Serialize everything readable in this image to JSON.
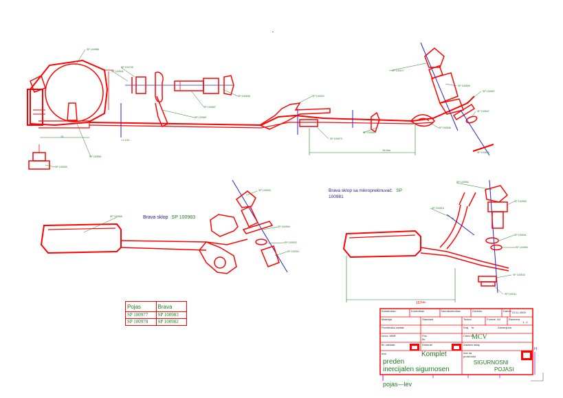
{
  "labels": {
    "top_dot": "▪",
    "sp_100988": "SP 100988",
    "sp_100735": "SP 100735",
    "sp_100541": "SP 100541",
    "sp_100567": "SP 100567",
    "sp_100548": "SP 100548",
    "sp_100987": "SP 100987",
    "sp_100322": "SP 100322",
    "sp_100973": "SP 100973",
    "sp_100580": "SP 100580",
    "sp_100977": "SP 100977",
    "sp_100559": "SP 100559",
    "sp_100557": "SP 100557",
    "sp_100547": "SP 100547",
    "sp_100546": "SP 100546",
    "sp_100675": "SP 100675",
    "sp_100961": "SP 100961",
    "sp_100530": "SP 100530",
    "sp_100965": "SP 100965",
    "sp_100533": "SP 100533",
    "sp_100590": "SP 100590",
    "sp_100532": "SP 100532",
    "sp_100311": "SP 100311",
    "sp_100594": "SP 100594",
    "sp_100516": "SP 100516",
    "dim_1": "15 Min",
    "dim_2": "15",
    "dim_3": "1:1:100...",
    "dim_4": "157ᴹᴵᴺ",
    "brava_sklop": "Brava sklop",
    "brava_sklop_code": "SP 100983",
    "brava_micro_line1": "Brava sklop sa mikroprekinuvač:",
    "brava_micro_code": "SP",
    "brava_micro_line2": "100981"
  },
  "table": {
    "headers": [
      "Pojas",
      "Brava"
    ],
    "rows": [
      [
        "SP 100977",
        "SP 100983"
      ],
      [
        "SP 100978",
        "SP 100982"
      ]
    ]
  },
  "title_block": {
    "konstruirao": "Konstruirao:",
    "kontrolirao": "Kontrolirao",
    "normirao": "Normkontrolirao",
    "odobrio": "Odobrio",
    "datum": "Datum",
    "datum_val": "23.11.2000",
    "materijal": "Materijal",
    "standard": "Standard",
    "tezina": "Tezina",
    "format": "Format",
    "format_val": "A4",
    "razmera": "Razmera",
    "razmera_val": "1 : 1",
    "povrsinska": "Povrsinska zastita:",
    "kraj": "Kraj",
    "kraj_val": "br.",
    "zamenjuva": "Zamenjuva",
    "izvoz": "Izvoz. MNR",
    "br_zablata": "Br. zablata:",
    "poz": "Poz.",
    "poz2": "Br.",
    "crtez": "Crtez br.",
    "dimenzii": "Dimenzii",
    "ime": "Ime:",
    "komplet": "Komplet",
    "mcv": "MCV",
    "ime2": "Ime na",
    "proizvod": "proizvodot",
    "sklop": "Zavisen sklop",
    "desc_line1": "preden",
    "desc_line2": "inercijalen sigurnosen",
    "title_line1": "SIGURNOSNI",
    "title_line2": "POJASI",
    "bottom_note": "pojas—lev",
    "mark_h": "H"
  }
}
